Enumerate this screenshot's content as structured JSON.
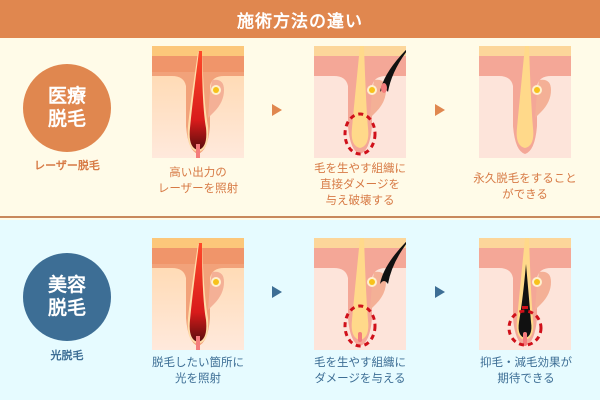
{
  "title": "施術方法の違い",
  "colors": {
    "header_bg": "#e0874f",
    "medical_accent": "#e0874f",
    "medical_text": "#d77a45",
    "medical_bg": "#fffbe8",
    "beauty_accent": "#3d6e95",
    "beauty_text": "#3d6e95",
    "beauty_bg": "#e6fbff",
    "divider": "#c8885c"
  },
  "rows": [
    {
      "badge_line1": "医療",
      "badge_line2": "脱毛",
      "sublabel": "レーザー脱毛",
      "steps": [
        {
          "caption": "高い出力の\nレーザーを照射",
          "illustration": "laser-irradiation"
        },
        {
          "caption": "毛を生やす組織に\n直接ダメージを\n与え破壊する",
          "illustration": "hair-tissue-destroyed"
        },
        {
          "caption": "永久脱毛をすること\nができる",
          "illustration": "permanent-removal"
        }
      ]
    },
    {
      "badge_line1": "美容",
      "badge_line2": "脱毛",
      "sublabel": "光脱毛",
      "steps": [
        {
          "caption": "脱毛したい箇所に\n光を照射",
          "illustration": "light-irradiation"
        },
        {
          "caption": "毛を生やす組織に\nダメージを与える",
          "illustration": "hair-tissue-damaged"
        },
        {
          "caption": "抑毛・減毛効果が\n期待できる",
          "illustration": "hair-reduction"
        }
      ]
    }
  ]
}
